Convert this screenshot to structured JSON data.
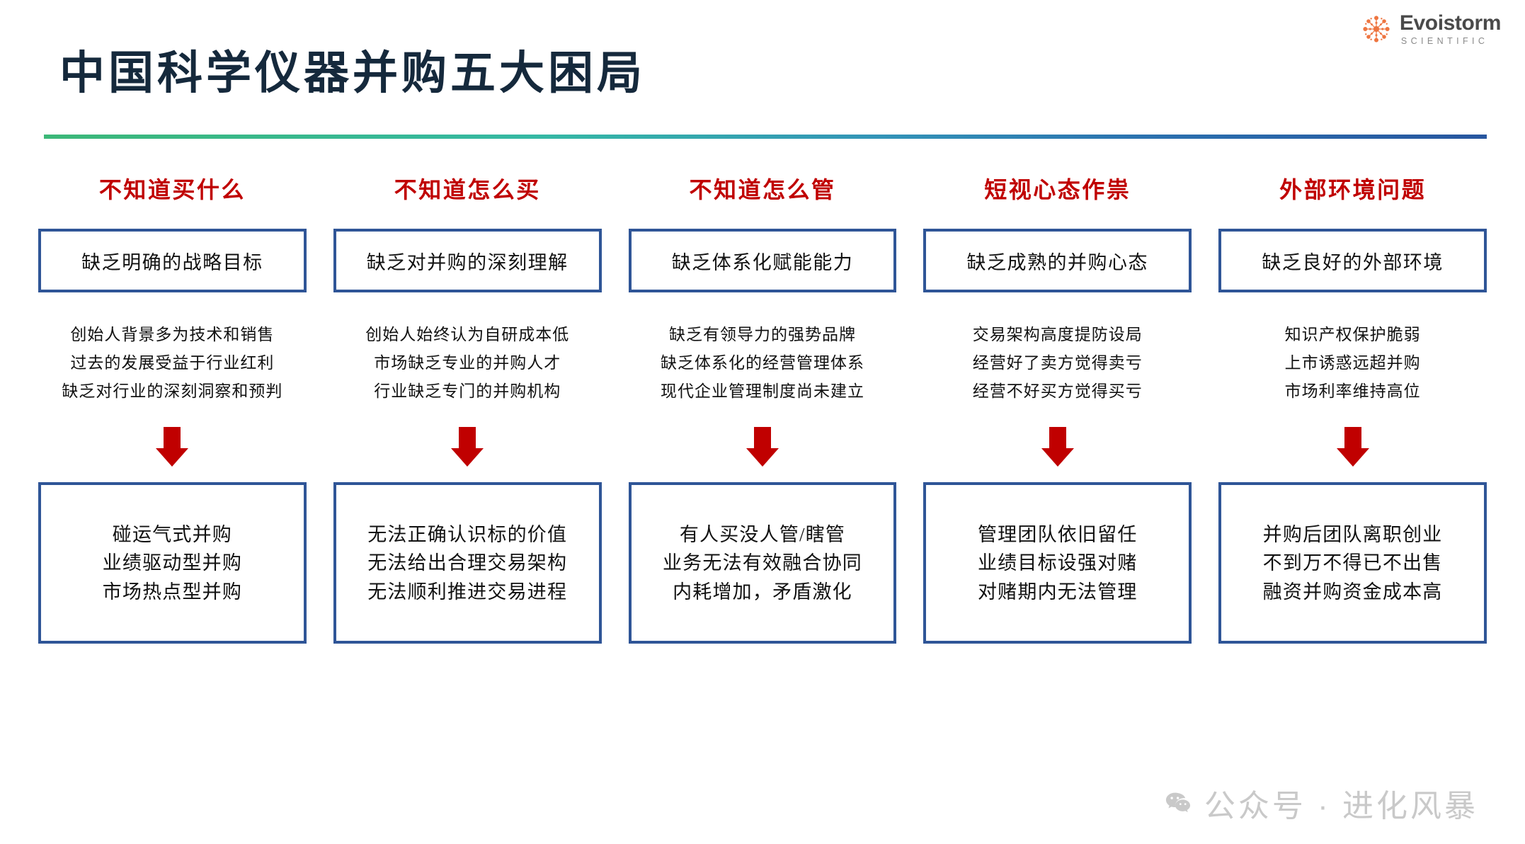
{
  "brand": {
    "logo_icon": "molecule-starburst-icon",
    "name": "Evoistorm",
    "tagline": "SCIENTIFIC",
    "accent_color": "#ee7540"
  },
  "header": {
    "title": "中国科学仪器并购五大困局",
    "title_color": "#15293c",
    "rule_gradient_from": "#3cb878",
    "rule_gradient_to": "#27569f"
  },
  "theme": {
    "header_text_color": "#c00000",
    "box_border_color": "#2f5597",
    "arrow_color": "#c00000",
    "body_text_color": "#111111"
  },
  "columns": [
    {
      "header": "不知道买什么",
      "problem": "缺乏明确的战略目标",
      "causes": [
        "创始人背景多为技术和销售",
        "过去的发展受益于行业红利",
        "缺乏对行业的深刻洞察和预判"
      ],
      "arrow_icon": "down-arrow-icon",
      "outcomes": [
        "碰运气式并购",
        "业绩驱动型并购",
        "市场热点型并购"
      ]
    },
    {
      "header": "不知道怎么买",
      "problem": "缺乏对并购的深刻理解",
      "causes": [
        "创始人始终认为自研成本低",
        "市场缺乏专业的并购人才",
        "行业缺乏专门的并购机构"
      ],
      "arrow_icon": "down-arrow-icon",
      "outcomes": [
        "无法正确认识标的价值",
        "无法给出合理交易架构",
        "无法顺利推进交易进程"
      ]
    },
    {
      "header": "不知道怎么管",
      "problem": "缺乏体系化赋能能力",
      "causes": [
        "缺乏有领导力的强势品牌",
        "缺乏体系化的经营管理体系",
        "现代企业管理制度尚未建立"
      ],
      "arrow_icon": "down-arrow-icon",
      "outcomes": [
        "有人买没人管/瞎管",
        "业务无法有效融合协同",
        "内耗增加，矛盾激化"
      ]
    },
    {
      "header": "短视心态作祟",
      "problem": "缺乏成熟的并购心态",
      "causes": [
        "交易架构高度提防设局",
        "经营好了卖方觉得卖亏",
        "经营不好买方觉得买亏"
      ],
      "arrow_icon": "down-arrow-icon",
      "outcomes": [
        "管理团队依旧留任",
        "业绩目标设强对赌",
        "对赌期内无法管理"
      ]
    },
    {
      "header": "外部环境问题",
      "problem": "缺乏良好的外部环境",
      "causes": [
        "知识产权保护脆弱",
        "上市诱惑远超并购",
        "市场利率维持高位"
      ],
      "arrow_icon": "down-arrow-icon",
      "outcomes": [
        "并购后团队离职创业",
        "不到万不得已不出售",
        "融资并购资金成本高"
      ]
    }
  ],
  "watermark": {
    "icon": "wechat-icon",
    "text": "公众号 · 进化风暴"
  }
}
